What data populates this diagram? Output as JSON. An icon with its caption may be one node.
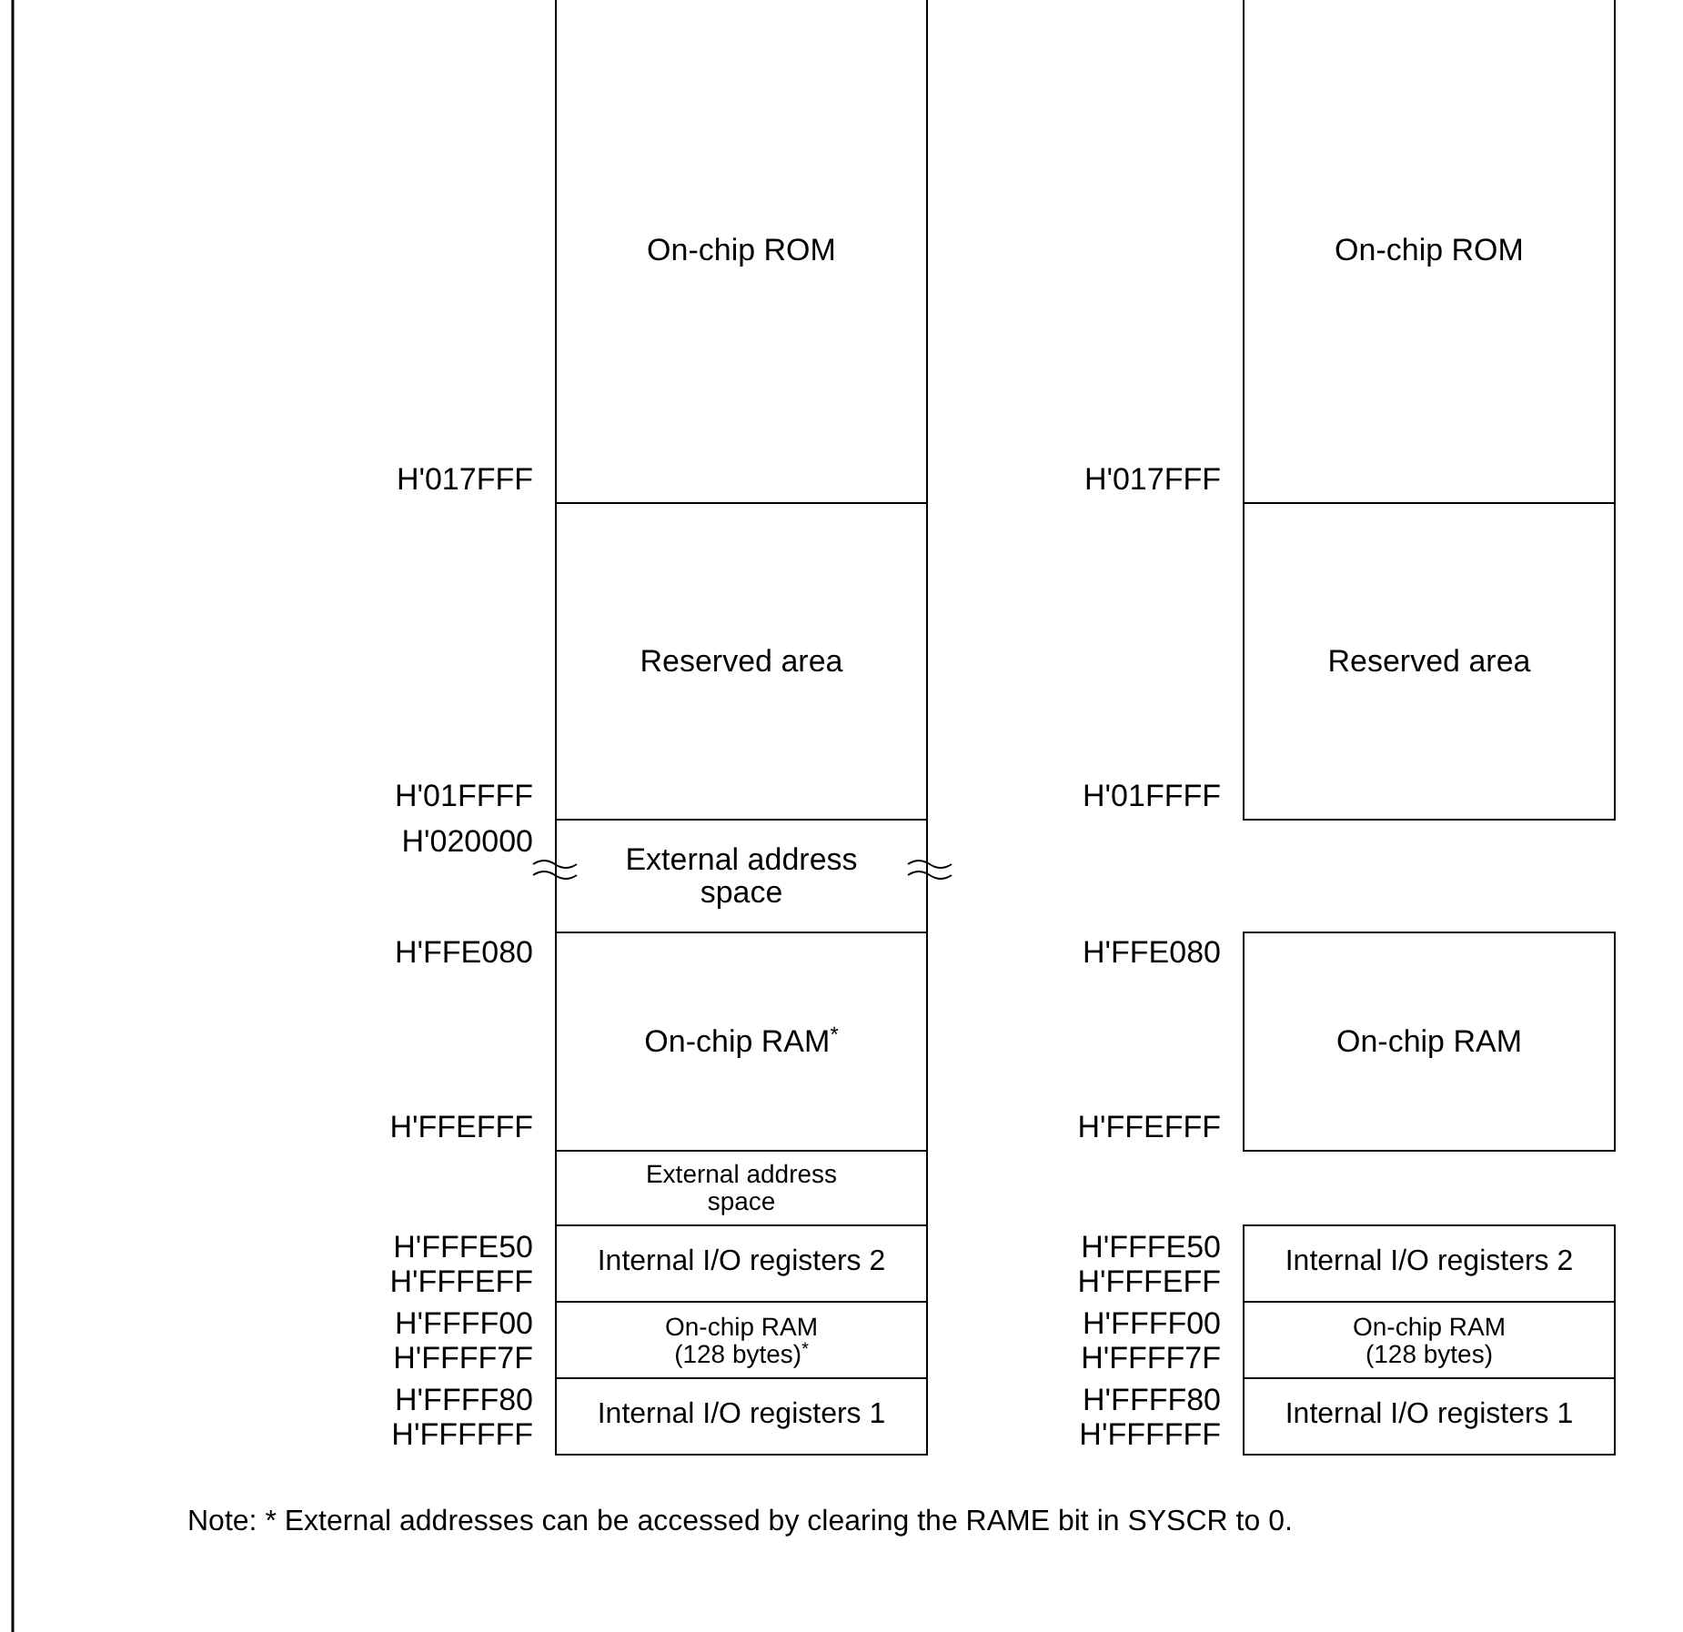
{
  "diagram": {
    "nodes": [
      {
        "text": [
          "On-chip ROM"
        ],
        "beside": [
          "H'017FFF"
        ]
      },
      {
        "text": [
          "Reserved area"
        ],
        "beside": [
          "H'01FFFF"
        ]
      },
      {
        "text": [
          "External address space"
        ],
        "beside": [
          "H'020000"
        ]
      },
      {
        "text": [
          "On-chip RAM$^{*}$"
        ],
        "beside": [
          "H'FFE080",
          "H'FFEFFF"
        ]
      },
      {
        "text": [
          "External address space"
        ]
      },
      {
        "text": [
          "Internal I/O registers 2"
        ],
        "beside": [
          "H'FFFE50",
          "H'FFFEFF"
        ]
      },
      {
        "text": [
          "On-chip RAM (128 bytes)$^{*}$"
        ],
        "beside": [
          "H'FFFF00",
          "H'FFFF7F"
        ]
      },
      {
        "text": [
          "Internal I/O registers 1"
        ],
        "beside": [
          "H'FFFF80",
          "H'FFFFFF"
        ]
      },
      {
        "text": [
          "On-chip ROM"
        ],
        "beside": [
          "H'017FFF"
        ]
      },
      {
        "text": [
          "Reserved area"
        ],
        "beside": [
          "H'01FFFF"
        ]
      },
      {
        "text": [
          "On-chip RAM"
        ],
        "beside": [
          "H'FFE080",
          "H'FFEFFF"
        ]
      },
      {
        "text": [
          "Internal I/O registers 2"
        ],
        "beside": [
          "H'FFFE50",
          "H'FFFEFF"
        ]
      },
      {
        "text": [
          "On-chip RAM (128 bytes)"
        ],
        "beside": [
          "H'FFFF00",
          "H'FFFF7F"
        ]
      },
      {
        "text": [
          "Internal I/O registers 1"
        ],
        "beside": [
          "H'FFFF80",
          "H'FFFFFF"
        ]
      }
    ],
    "edges": [],
    "labels": [
      "Note: * External addresses can be accessed by clearing the RAME bit in SYSCR to 0."
    ]
  }
}
